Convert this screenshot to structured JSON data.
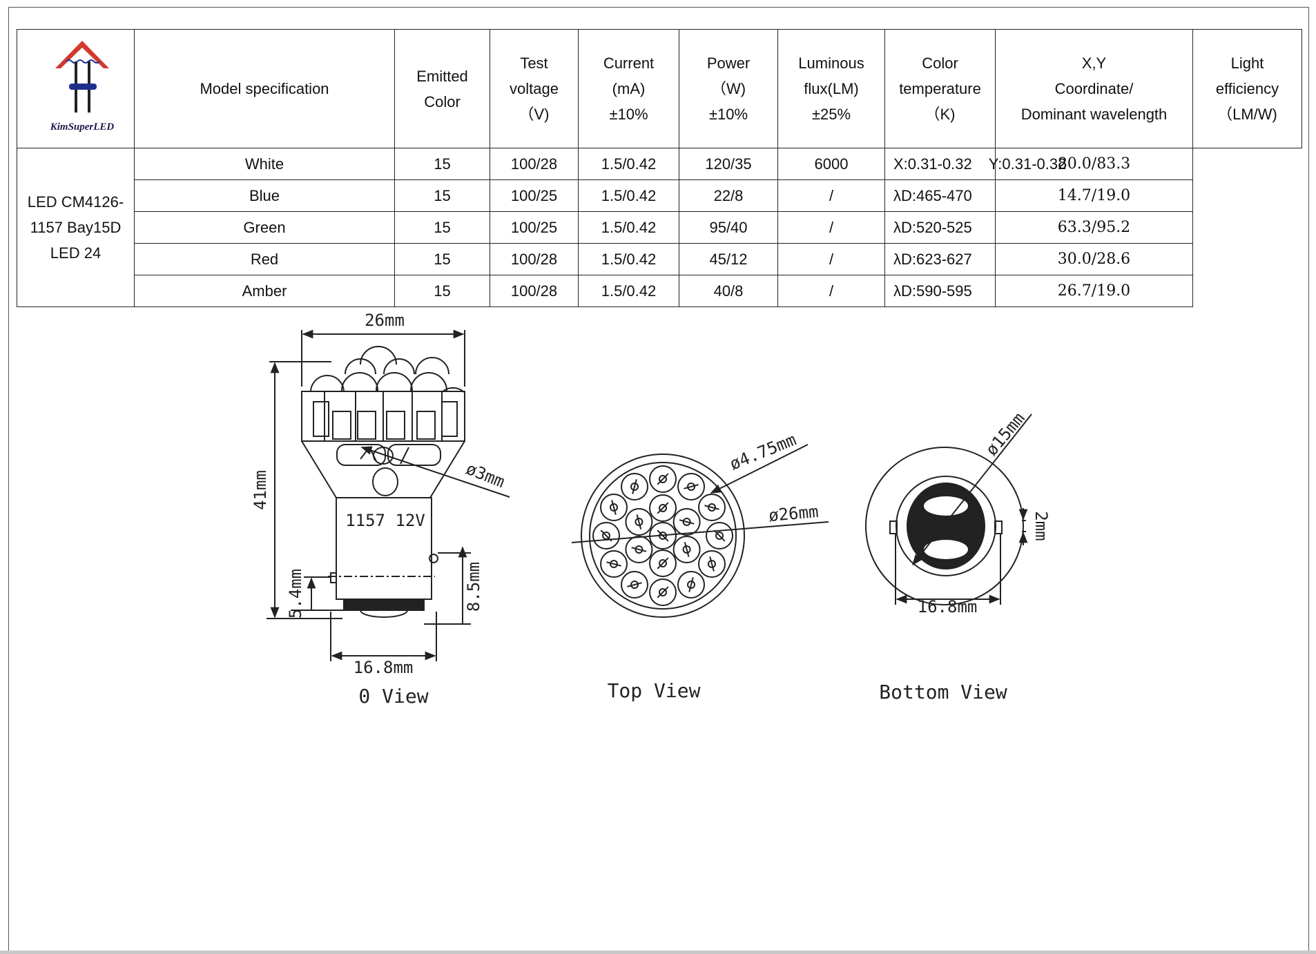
{
  "logo": {
    "brand": "KimSuperLED",
    "colors": {
      "roof": "#d23a2f",
      "band": "#1e2e8c",
      "mark": "#222222"
    }
  },
  "table": {
    "headers": {
      "model": "Model specification",
      "emitted": [
        "Emitted",
        "Color"
      ],
      "voltage": [
        "Test",
        "voltage",
        "（V)"
      ],
      "current": [
        "Current",
        "(mA)",
        "±10%"
      ],
      "power": [
        "Power",
        "（W)",
        "±10%"
      ],
      "flux": [
        "Luminous",
        "flux(LM)",
        "±25%"
      ],
      "temperature": [
        "Color",
        "temperature",
        "（K)"
      ],
      "xy": [
        "X,Y",
        "Coordinate/",
        "Dominant wavelength"
      ],
      "efficiency": [
        "Light",
        "efficiency",
        "（LM/W)"
      ]
    },
    "model": "LED CM4126-1157 Bay15D LED 24",
    "rows": [
      {
        "color": "White",
        "voltage": "15",
        "current": "100/28",
        "power": "1.5/0.42",
        "flux": "120/35",
        "temperature": "6000",
        "xy": "X:0.31-0.32    Y:0.31-0.32",
        "efficiency": "80.0/83.3"
      },
      {
        "color": "Blue",
        "voltage": "15",
        "current": "100/25",
        "power": "1.5/0.42",
        "flux": "22/8",
        "temperature": "/",
        "xy": "λD:465-470",
        "efficiency": "14.7/19.0"
      },
      {
        "color": "Green",
        "voltage": "15",
        "current": "100/25",
        "power": "1.5/0.42",
        "flux": "95/40",
        "temperature": "/",
        "xy": "λD:520-525",
        "efficiency": "63.3/95.2"
      },
      {
        "color": "Red",
        "voltage": "15",
        "current": "100/28",
        "power": "1.5/0.42",
        "flux": "45/12",
        "temperature": "/",
        "xy": "λD:623-627",
        "efficiency": "30.0/28.6"
      },
      {
        "color": "Amber",
        "voltage": "15",
        "current": "100/28",
        "power": "1.5/0.42",
        "flux": "40/8",
        "temperature": "/",
        "xy": "λD:590-595",
        "efficiency": "26.7/19.0"
      }
    ]
  },
  "drawings": {
    "side_view": {
      "caption": "0 View",
      "label": "1157 12V",
      "dims": {
        "width": "26mm",
        "height": "41mm",
        "led": "ø3mm",
        "base_width": "16.8mm",
        "pin_left": "5.4mm",
        "pin_right": "8.5mm"
      }
    },
    "top_view": {
      "caption": "Top View",
      "dims": {
        "led": "ø4.75mm",
        "diameter": "ø26mm"
      }
    },
    "bottom_view": {
      "caption": "Bottom View",
      "dims": {
        "contact": "ø15mm",
        "pin": "2mm",
        "base_width": "16.8mm"
      }
    }
  }
}
